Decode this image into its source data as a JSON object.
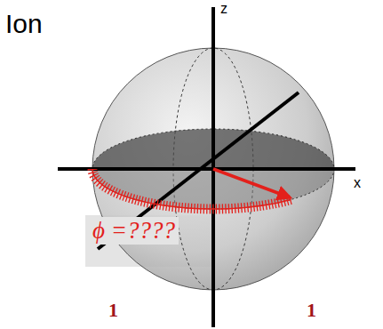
{
  "diagram": {
    "title": "Ion",
    "labels": [
      "z",
      "x",
      "ϕ =????",
      "1",
      "1"
    ]
  }
}
